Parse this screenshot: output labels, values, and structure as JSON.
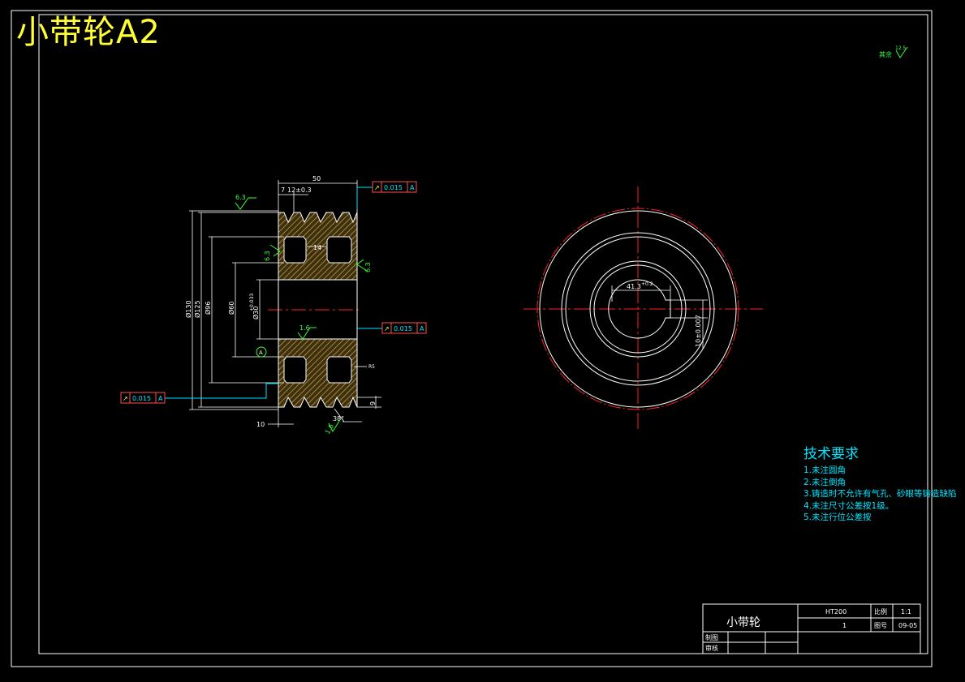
{
  "drawing_title": "小带轮A2",
  "surface_finish_general": "其余",
  "surface_finish_general_value": "12.5",
  "dims": {
    "width_overall": "50",
    "groove_pitch": "7",
    "groove_spacing": "12±0.3",
    "web_gap": "14",
    "dia_outer": "Ø130",
    "dia_pitch": "Ø125",
    "dia_rim_inner": "Ø96",
    "dia_hub": "Ø60",
    "dia_bore": "Ø30",
    "bore_tol": "+0.033",
    "edge_width": "10",
    "groove_depth": "9",
    "groove_angle": "38°",
    "radius": "R5",
    "keyway_depth": "41.3",
    "keyway_tol": "+0.2",
    "keyway_width": "10±0.007"
  },
  "roughness": {
    "top": "6.3",
    "inner_left": "6.3",
    "right": "6.3",
    "bore": "1.6",
    "groove": "1.6"
  },
  "tolerance_frames": {
    "symbol": "↗",
    "value": "0.015",
    "datum": "A"
  },
  "datum_label": "A",
  "technical_requirements": {
    "title": "技术要求",
    "items": [
      "1.未注圆角",
      "2.未注倒角",
      "3.铸造时不允许有气孔、砂眼等铸造缺陷",
      "4.未注尺寸公差按1级。",
      "5.未注行位公差按"
    ]
  },
  "title_block": {
    "part_name": "小带轮",
    "material": "HT200",
    "scale_label": "比例",
    "scale_value": "1:1",
    "quantity": "1",
    "drawing_no_label": "图号",
    "drawing_no": "09-05",
    "drawn_label": "制图",
    "checked_label": "审核"
  },
  "colors": {
    "background": "#000000",
    "lines": "#ffffff",
    "centerline": "#ff2020",
    "dimension_text": "#ffffff",
    "tolerance": "#00e5ff",
    "roughness": "#33ff33",
    "title": "#ffff33",
    "hatch": "#c8a040"
  }
}
